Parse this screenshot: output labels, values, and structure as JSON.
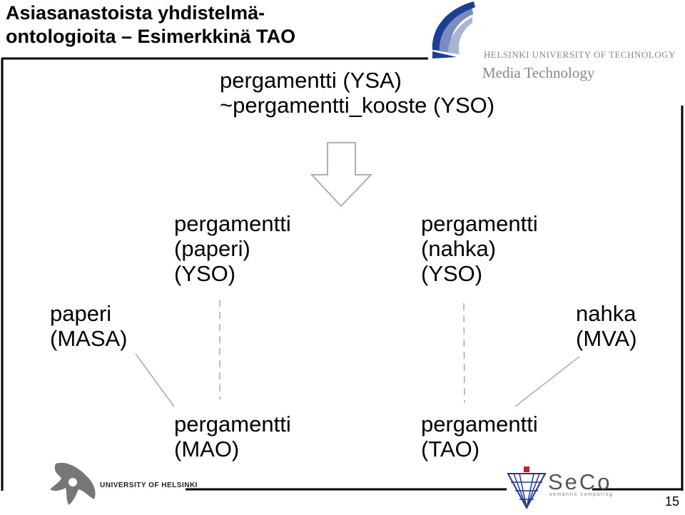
{
  "slide": {
    "title": "Asiasanastoista yhdistelmä-\nontologioita – Esimerkkinä TAO",
    "source_terms": "pergamentti (YSA)\n~pergamentti_kooste (YSO)",
    "yso_paper": "pergamentti\n(paperi)\n(YSO)",
    "yso_leather": "pergamentti\n(nahka)\n(YSO)",
    "masa": "paperi\n(MASA)",
    "mva": "nahka\n(MVA)",
    "mao": "pergamentti\n(MAO)",
    "tao": "pergamentti\n(TAO)",
    "page_number": "15"
  },
  "logos": {
    "hut_name": "HELSINKI UNIVERSITY OF TECHNOLOGY",
    "hut_unit": "Media Technology",
    "uh_name": "UNIVERSITY OF HELSINKI",
    "seco_name": "SeCo",
    "seco_tagline": "semantic computing"
  },
  "colors": {
    "hut_blue": "#1b3f93",
    "uh_grey": "#777777",
    "seco_blue": "#1f3b8a",
    "seco_red": "#c0202c",
    "frame": "#000000",
    "connector": "#aaaaaa"
  }
}
